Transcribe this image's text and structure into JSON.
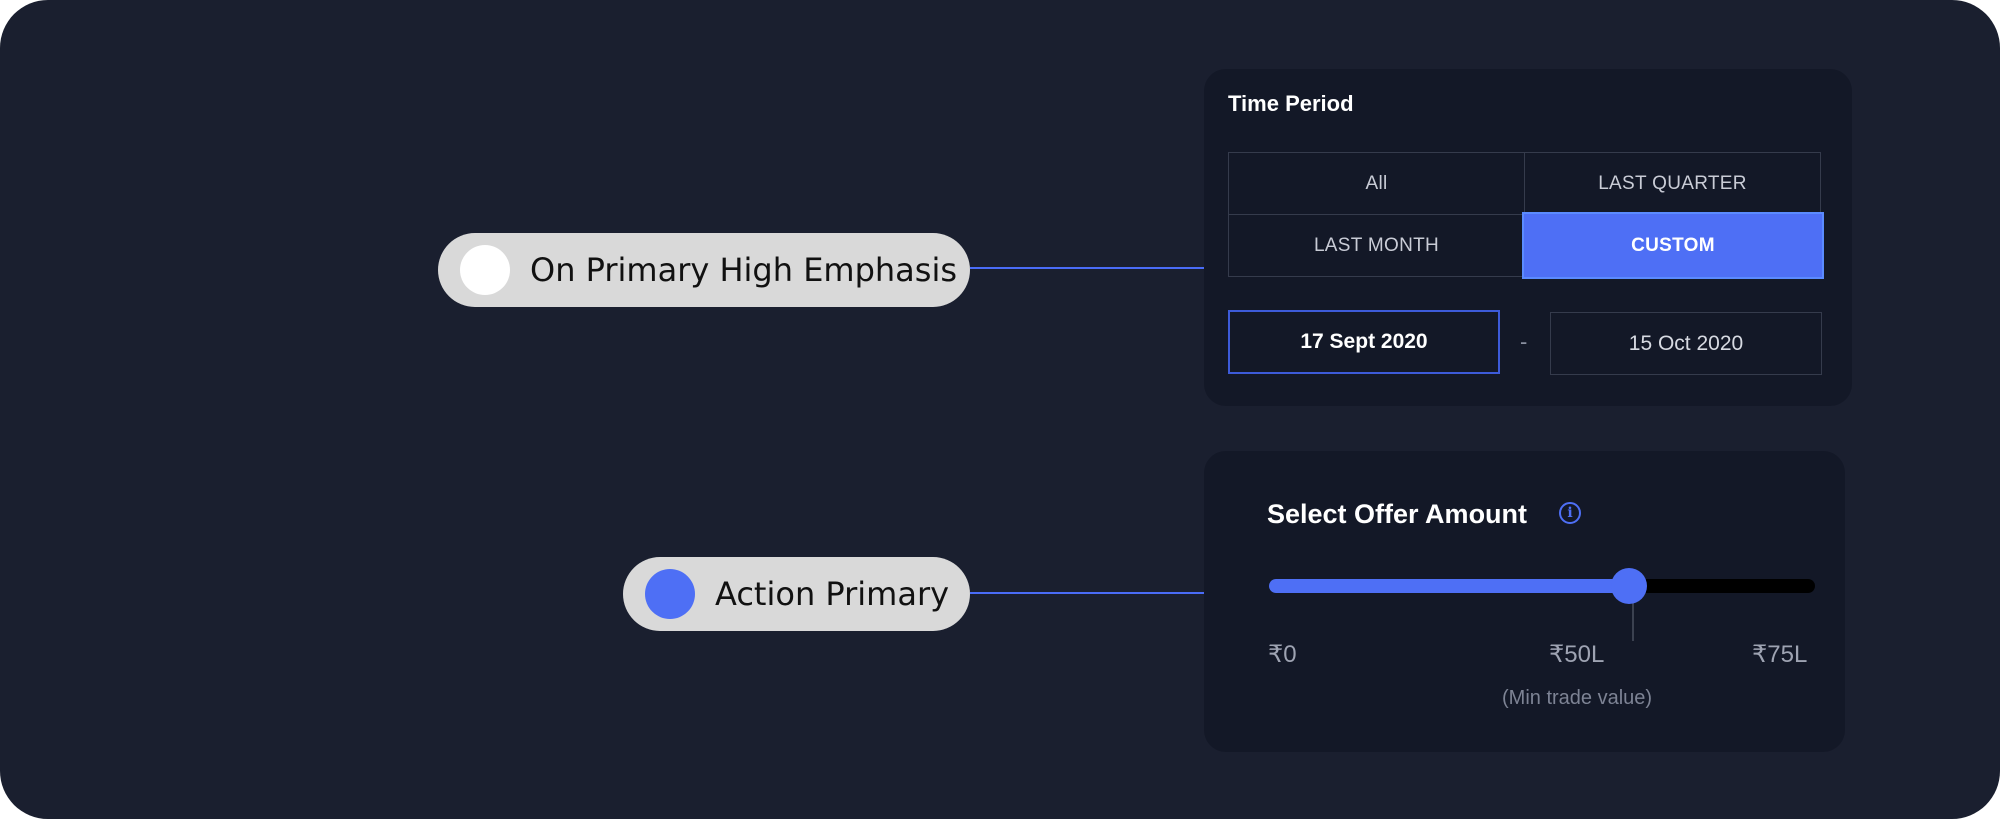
{
  "legend": {
    "on_primary": {
      "label": "On Primary High Emphasis",
      "color": "#ffffff"
    },
    "action_primary": {
      "label": "Action Primary",
      "color": "#4e6ff5"
    }
  },
  "time_period": {
    "title": "Time Period",
    "options": [
      "All",
      "LAST QUARTER",
      "LAST MONTH",
      "CUSTOM"
    ],
    "selected": "CUSTOM",
    "start_date": "17 Sept 2020",
    "separator": "-",
    "end_date": "15 Oct 2020"
  },
  "offer_amount": {
    "title": "Select Offer Amount",
    "info_icon": "info-icon",
    "slider": {
      "min": 0,
      "max": 75,
      "value": 49.5,
      "marker": 50
    },
    "labels": {
      "min": "₹0",
      "mid": "₹50L",
      "max": "₹75L"
    },
    "note": "(Min trade value)"
  },
  "colors": {
    "background": "#1a1f2f",
    "card": "#131827",
    "accent": "#4e6ff5",
    "track": "#000000"
  }
}
